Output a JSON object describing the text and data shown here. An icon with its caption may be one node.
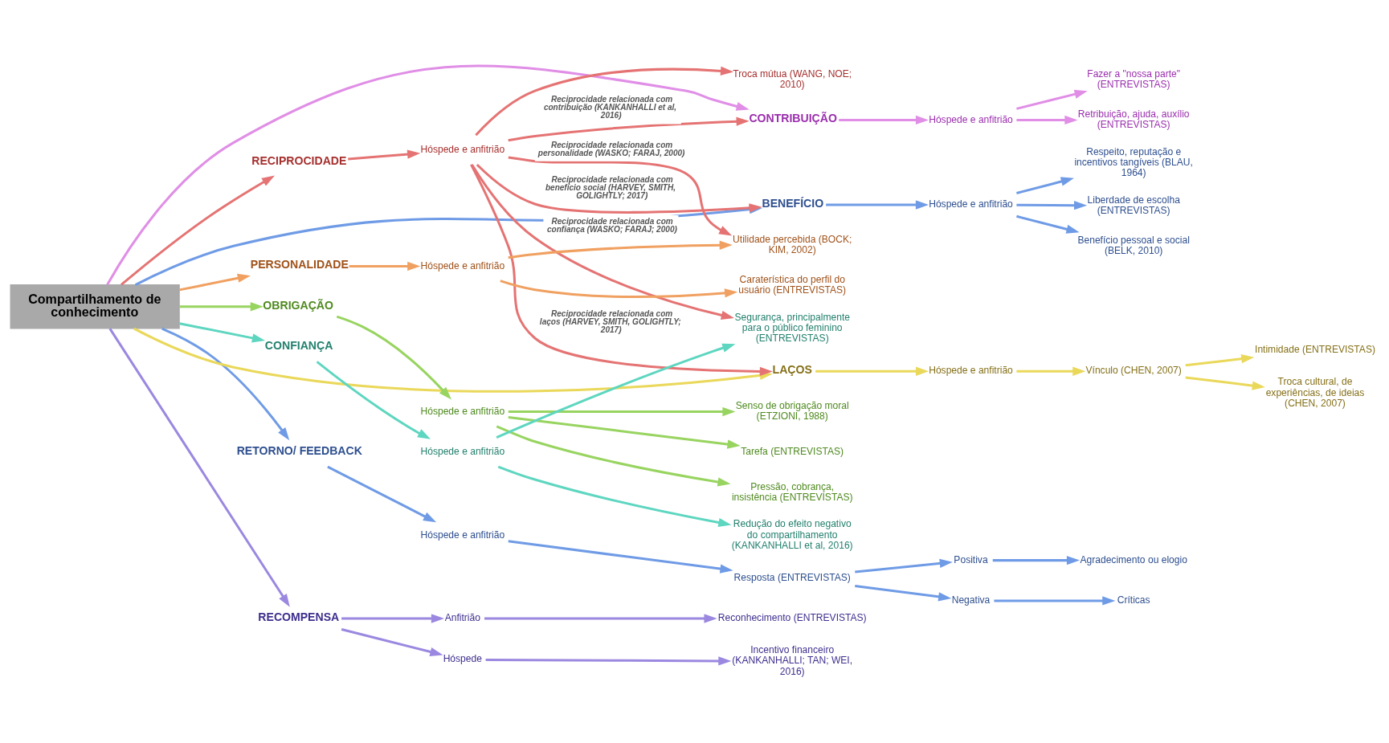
{
  "diagram": {
    "nodes": [
      {
        "text": [
          "Compartilhamento de conhecimento"
        ]
      },
      {
        "text": [
          "CONTRIBUIÇÃO"
        ]
      },
      {
        "text": [
          "Hóspede e anfitrião"
        ]
      },
      {
        "text": [
          "Fazer a \"nossa parte\" (ENTREVISTAS)"
        ]
      },
      {
        "text": [
          "Retribuição, ajuda, auxílio (ENTREVISTAS)"
        ]
      },
      {
        "text": [
          "RECIPROCIDADE"
        ]
      },
      {
        "text": [
          "Hóspede e anfitrião"
        ]
      },
      {
        "text": [
          "Troca mútua (WANG, NOE; 2010)"
        ]
      },
      {
        "text": [
          "BENEFÍCIO"
        ]
      },
      {
        "text": [
          "Hóspede e anfitrião"
        ]
      },
      {
        "text": [
          "Respeito, reputação e incentivos tangíveis (BLAU, 1964)"
        ]
      },
      {
        "text": [
          "Liberdade de escolha (ENTREVISTAS)"
        ]
      },
      {
        "text": [
          "Benefício pessoal e social (BELK, 2010)"
        ]
      },
      {
        "text": [
          "PERSONALIDADE"
        ]
      },
      {
        "text": [
          "Hóspede e anfitrião"
        ]
      },
      {
        "text": [
          "Utilidade percebida (BOCK; KIM, 2002)"
        ]
      },
      {
        "text": [
          "Caraterística do perfil do usuário (ENTREVISTAS)"
        ]
      },
      {
        "text": [
          "OBRIGAÇÃO"
        ]
      },
      {
        "text": [
          "Hóspede e anfitrião"
        ]
      },
      {
        "text": [
          "Senso de obrigação moral (ETZIONI, 1988)"
        ]
      },
      {
        "text": [
          "Tarefa (ENTREVISTAS)"
        ]
      },
      {
        "text": [
          "Pressão, cobrança, insistência (ENTREVISTAS)"
        ]
      },
      {
        "text": [
          "CONFIANÇA"
        ]
      },
      {
        "text": [
          "Hóspede e anfitrião"
        ]
      },
      {
        "text": [
          "Segurança, principalmente para o público feminino (ENTREVISTAS)"
        ]
      },
      {
        "text": [
          "Redução do efeito negativo do compartilhamento (KANKANHALLI et al, 2016)"
        ]
      },
      {
        "text": [
          "RETORNO/ FEEDBACK"
        ]
      },
      {
        "text": [
          "Hóspede e anfitrião"
        ]
      },
      {
        "text": [
          "Resposta (ENTREVISTAS)"
        ]
      },
      {
        "text": [
          "Positiva"
        ]
      },
      {
        "text": [
          "Agradecimento ou elogio"
        ]
      },
      {
        "text": [
          "Negativa"
        ]
      },
      {
        "text": [
          "Críticas"
        ]
      },
      {
        "text": [
          "RECOMPENSA"
        ]
      },
      {
        "text": [
          "Anfitrião"
        ]
      },
      {
        "text": [
          "Reconhecimento (ENTREVISTAS)"
        ]
      },
      {
        "text": [
          "Hóspede"
        ]
      },
      {
        "text": [
          "Incentivo financeiro (KANKANHALLI; TAN; WEI, 2016)"
        ]
      },
      {
        "text": [
          "LAÇOS"
        ]
      },
      {
        "text": [
          "Hóspede e anfitrião"
        ]
      },
      {
        "text": [
          "Vínculo (CHEN, 2007)"
        ]
      },
      {
        "text": [
          "Intimidade (ENTREVISTAS)"
        ]
      },
      {
        "text": [
          "Troca cultural, de experiências, de ideias (CHEN, 2007)"
        ]
      }
    ],
    "edges": [
      {
        "from": 0,
        "to": 1,
        "arrow": "to",
        "color": "#e08ee6"
      },
      {
        "from": 1,
        "to": 2,
        "arrow": "to",
        "color": "#e08ee6"
      },
      {
        "from": 2,
        "to": 3,
        "arrow": "to",
        "color": "#e08ee6"
      },
      {
        "from": 2,
        "to": 4,
        "arrow": "to",
        "color": "#e08ee6"
      },
      {
        "from": 0,
        "to": 5,
        "arrow": "to",
        "color": "#e57373"
      },
      {
        "from": 5,
        "to": 6,
        "arrow": "to",
        "color": "#e57373"
      },
      {
        "from": 6,
        "to": 7,
        "arrow": "to",
        "color": "#e57373"
      },
      {
        "from": 0,
        "to": 8,
        "arrow": "to",
        "color": "#6f9be6"
      },
      {
        "from": 8,
        "to": 9,
        "arrow": "to",
        "color": "#6f9be6"
      },
      {
        "from": 9,
        "to": 10,
        "arrow": "to",
        "color": "#6f9be6"
      },
      {
        "from": 9,
        "to": 11,
        "arrow": "to",
        "color": "#6f9be6"
      },
      {
        "from": 9,
        "to": 12,
        "arrow": "to",
        "color": "#6f9be6"
      },
      {
        "from": 0,
        "to": 13,
        "arrow": "to",
        "color": "#f0a060"
      },
      {
        "from": 13,
        "to": 14,
        "arrow": "to",
        "color": "#f0a060"
      },
      {
        "from": 14,
        "to": 15,
        "arrow": "to",
        "color": "#f0a060"
      },
      {
        "from": 14,
        "to": 16,
        "arrow": "to",
        "color": "#f0a060"
      },
      {
        "from": 0,
        "to": 17,
        "arrow": "to",
        "color": "#98d460"
      },
      {
        "from": 17,
        "to": 18,
        "arrow": "to",
        "color": "#98d460"
      },
      {
        "from": 18,
        "to": 19,
        "arrow": "to",
        "color": "#98d460"
      },
      {
        "from": 18,
        "to": 20,
        "arrow": "to",
        "color": "#98d460"
      },
      {
        "from": 18,
        "to": 21,
        "arrow": "to",
        "color": "#98d460"
      },
      {
        "from": 0,
        "to": 22,
        "arrow": "to",
        "color": "#5ed6c0"
      },
      {
        "from": 22,
        "to": 23,
        "arrow": "to",
        "color": "#5ed6c0"
      },
      {
        "from": 23,
        "to": 24,
        "arrow": "to",
        "color": "#5ed6c0"
      },
      {
        "from": 23,
        "to": 25,
        "arrow": "to",
        "color": "#5ed6c0"
      },
      {
        "from": 0,
        "to": 26,
        "arrow": "to",
        "color": "#6f9be6"
      },
      {
        "from": 26,
        "to": 27,
        "arrow": "to",
        "color": "#6f9be6"
      },
      {
        "from": 27,
        "to": 28,
        "arrow": "to",
        "color": "#6f9be6"
      },
      {
        "from": 28,
        "to": 29,
        "arrow": "to",
        "color": "#6f9be6"
      },
      {
        "from": 29,
        "to": 30,
        "arrow": "to",
        "color": "#6f9be6"
      },
      {
        "from": 28,
        "to": 31,
        "arrow": "to",
        "color": "#6f9be6"
      },
      {
        "from": 31,
        "to": 32,
        "arrow": "to",
        "color": "#6f9be6"
      },
      {
        "from": 0,
        "to": 33,
        "arrow": "to",
        "color": "#9b88e0"
      },
      {
        "from": 33,
        "to": 34,
        "arrow": "to",
        "color": "#9b88e0"
      },
      {
        "from": 34,
        "to": 35,
        "arrow": "to",
        "color": "#9b88e0"
      },
      {
        "from": 33,
        "to": 36,
        "arrow": "to",
        "color": "#9b88e0"
      },
      {
        "from": 36,
        "to": 37,
        "arrow": "to",
        "color": "#9b88e0"
      },
      {
        "from": 0,
        "to": 38,
        "arrow": "to",
        "color": "#ead85a"
      },
      {
        "from": 38,
        "to": 39,
        "arrow": "to",
        "color": "#ead85a"
      },
      {
        "from": 39,
        "to": 40,
        "arrow": "to",
        "color": "#ead85a"
      },
      {
        "from": 40,
        "to": 41,
        "arrow": "to",
        "color": "#ead85a"
      },
      {
        "from": 40,
        "to": 42,
        "arrow": "to",
        "color": "#ead85a"
      },
      {
        "from": 6,
        "to": 1,
        "arrow": "to",
        "label": "Reciprocidade relacionada com contribuição (KANKANHALLI et al, 2016)",
        "color": "#e57373"
      },
      {
        "from": 6,
        "to": 15,
        "arrow": "to",
        "label": "Reciprocidade relacionada com personalidade (WASKO; FARAJ, 2000)",
        "color": "#e57373"
      },
      {
        "from": 6,
        "to": 8,
        "arrow": "to",
        "label": "Reciprocidade relacionada com benefício social (HARVEY, SMITH, GOLIGHTLY; 2017)",
        "color": "#e57373"
      },
      {
        "from": 6,
        "to": 24,
        "arrow": "to",
        "label": "Reciprocidade relacionada com confiança (WASKO; FARAJ; 2000)",
        "color": "#e57373"
      },
      {
        "from": 6,
        "to": 38,
        "arrow": "to",
        "label": "Reciprocidade relacionada com laços (HARVEY, SMITH, GOLIGHTLY; 2017)",
        "color": "#e57373"
      }
    ]
  }
}
